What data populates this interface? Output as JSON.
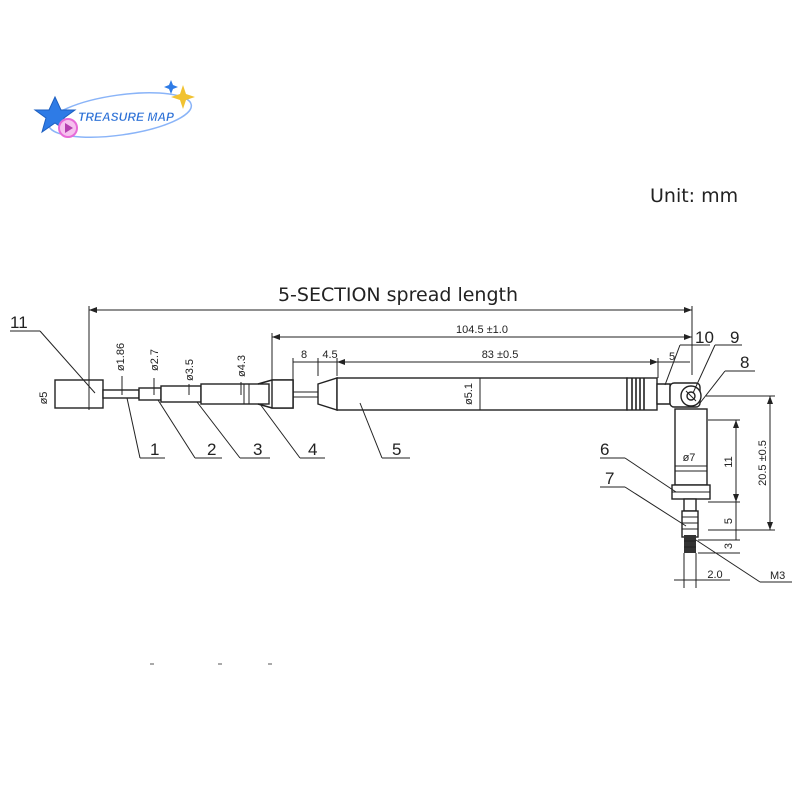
{
  "logo": {
    "text": "TREASURE MAP"
  },
  "unit": "Unit: mm",
  "title": "5-SECTION spread length",
  "dimensions": {
    "total": "104.5 ±1.0",
    "body": "83 ±0.5",
    "d_8": "8",
    "d_4_5": "4.5",
    "d_5": "5",
    "vertical_total": "20.5 ±0.5",
    "vertical_11": "11",
    "vertical_5": "5",
    "vertical_3": "3",
    "width_2": "2.0",
    "thread": "M3"
  },
  "diameters": {
    "tip": "ø5",
    "s1": "ø1.86",
    "s2": "ø2.7",
    "s3": "ø3.5",
    "s4": "ø4.3",
    "s5": "ø5.1",
    "base": "ø7"
  },
  "part_numbers": [
    "1",
    "2",
    "3",
    "4",
    "5",
    "6",
    "7",
    "8",
    "9",
    "10",
    "11"
  ],
  "colors": {
    "ink": "#222222",
    "logo_blue": "#2e7be6",
    "logo_pink": "#e86bd8",
    "logo_gold": "#f1c232",
    "logo_text": "#2a6fd6"
  }
}
